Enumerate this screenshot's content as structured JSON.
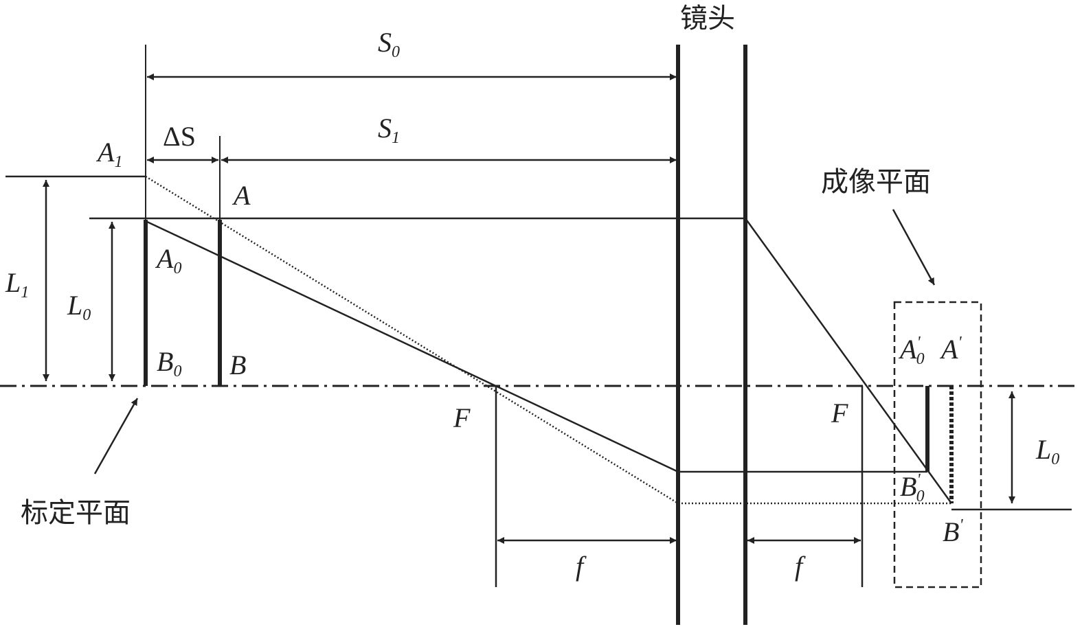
{
  "labels": {
    "lens": "镜头",
    "image_plane": "成像平面",
    "calibration_plane": "标定平面",
    "S0": {
      "main": "S",
      "sub": "0"
    },
    "S1": {
      "main": "S",
      "sub": "1"
    },
    "dS": "ΔS",
    "A1": {
      "main": "A",
      "sub": "1"
    },
    "A": "A",
    "A0": {
      "main": "A",
      "sub": "0"
    },
    "B0": {
      "main": "B",
      "sub": "0"
    },
    "B": "B",
    "L1": {
      "main": "L",
      "sub": "1"
    },
    "L0_left": {
      "main": "L",
      "sub": "0"
    },
    "L0_right": {
      "main": "L",
      "sub": "0"
    },
    "F_left": "F",
    "F_right": "F",
    "f_left": "f",
    "f_right": "f",
    "A0p": {
      "main": "A",
      "sub": "0",
      "prime": "'"
    },
    "Ap": {
      "main": "A",
      "prime": "'"
    },
    "B0p": {
      "main": "B",
      "sub": "0",
      "prime": "'"
    },
    "Bp": {
      "main": "B",
      "prime": "'"
    }
  }
}
